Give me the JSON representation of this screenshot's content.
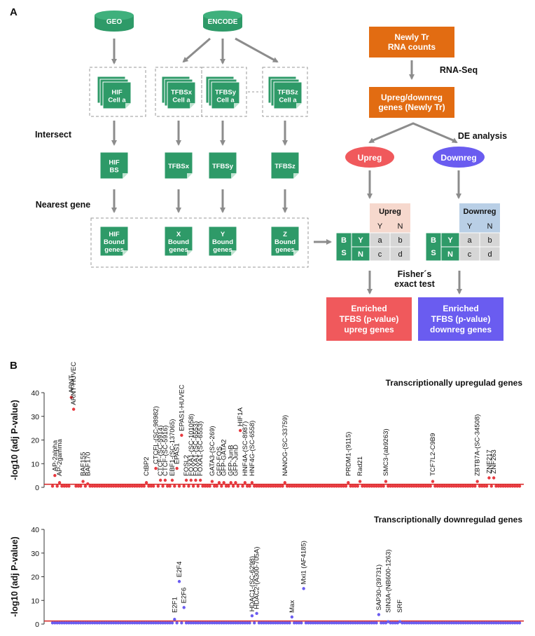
{
  "panel_a": {
    "label": "A",
    "sources": {
      "geo": "GEO",
      "encode": "ENCODE"
    },
    "cell_files": [
      [
        "HIF",
        "Cell a"
      ],
      [
        "TFBSx",
        "Cell a"
      ],
      [
        "TFBSy",
        "Cell a"
      ],
      [
        "TFBSz",
        "Cell a"
      ]
    ],
    "bs_files": [
      [
        "HIF",
        "BS"
      ],
      [
        "TFBSx"
      ],
      [
        "TFBSy"
      ],
      [
        "TFBSz"
      ]
    ],
    "gene_files": [
      [
        "HIF",
        "Bound",
        "genes"
      ],
      [
        "X",
        "Bound",
        "genes"
      ],
      [
        "Y",
        "Bound",
        "genes"
      ],
      [
        "Z",
        "Bound",
        "genes"
      ]
    ],
    "steps": {
      "intersect": "Intersect",
      "nearest_gene": "Nearest gene",
      "rna_seq": "RNA-Seq",
      "de_analysis": "DE analysis",
      "fisher": [
        "Fisher´s",
        "exact test"
      ]
    },
    "counts_box": [
      "Newly Tr",
      "RNA counts"
    ],
    "de_box": [
      "Upreg/downreg",
      "genes (Newly Tr)"
    ],
    "upreg": "Upreg",
    "downreg": "Downreg",
    "contingency": {
      "bs": "B S",
      "y": "Y",
      "n": "N",
      "cells": [
        "a",
        "b",
        "c",
        "d"
      ]
    },
    "enriched_up": [
      "Enriched",
      "TFBS (p-value)",
      "upreg genes"
    ],
    "enriched_down": [
      "Enriched",
      "TFBS (p-value)",
      "downreg genes"
    ],
    "colors": {
      "green": "#2e9a68",
      "orange": "#e26c12",
      "red": "#f0595c",
      "blue": "#6a5cf0",
      "pink": "#f6d8cd",
      "lightblue": "#b9cfe6",
      "grey": "#d6d6d6"
    }
  },
  "panel_b": {
    "label": "B",
    "ylabel": "-log10 (adj P-value)",
    "threshold_color": "#d61f1f"
  },
  "chart_data": [
    {
      "type": "scatter",
      "title": "Transcriptionally upregulad genes",
      "ylabel": "-log10 (adj P-value)",
      "ylim": [
        0,
        40
      ],
      "yticks": [
        0,
        10,
        20,
        30,
        40
      ],
      "n_points": 200,
      "threshold": 1.3,
      "color": "#e8393f",
      "baseline": 0.5,
      "highlighted": [
        {
          "x": 1,
          "y": 5,
          "label": "AP-2alpha"
        },
        {
          "x": 3,
          "y": 2,
          "label": "AP-2gamma"
        },
        {
          "x": 8,
          "y": 38,
          "label": "ARNT"
        },
        {
          "x": 9,
          "y": 33,
          "label": "ARNT-HUVEC"
        },
        {
          "x": 13,
          "y": 2.5,
          "label": "BAF155"
        },
        {
          "x": 15,
          "y": 1.5,
          "label": "BAF170"
        },
        {
          "x": 40,
          "y": 2,
          "label": "CtBP2"
        },
        {
          "x": 44,
          "y": 8,
          "label": "CTCFL-(SC-98982)"
        },
        {
          "x": 46,
          "y": 3,
          "label": "CTCF-(SC-5914)"
        },
        {
          "x": 48,
          "y": 3,
          "label": "CTCF-(SC-5916)"
        },
        {
          "x": 51,
          "y": 3,
          "label": "EBF1-(SC-137065)"
        },
        {
          "x": 53,
          "y": 8,
          "label": "EPAS1"
        },
        {
          "x": 55,
          "y": 22,
          "label": "EPAS1-HUVEC"
        },
        {
          "x": 57,
          "y": 3,
          "label": "FOSL2"
        },
        {
          "x": 59,
          "y": 3,
          "label": "FOXA1-(SC-101058)"
        },
        {
          "x": 61,
          "y": 3,
          "label": "FOXA1-(SC-6553)"
        },
        {
          "x": 63,
          "y": 3,
          "label": "FOXA1-(SC-6553)"
        },
        {
          "x": 68,
          "y": 2.5,
          "label": "GATA3-(SC-269)"
        },
        {
          "x": 71,
          "y": 2,
          "label": "GFP-FOS"
        },
        {
          "x": 73,
          "y": 2,
          "label": "GFP-GATA2"
        },
        {
          "x": 76,
          "y": 2,
          "label": "GFP-JunB"
        },
        {
          "x": 78,
          "y": 2,
          "label": "GFP-JunD"
        },
        {
          "x": 80,
          "y": 24,
          "label": "HIF1A"
        },
        {
          "x": 82,
          "y": 2,
          "label": "HNF4A-(SC-8987)"
        },
        {
          "x": 85,
          "y": 2,
          "label": "HNF4G-(SC-6558)"
        },
        {
          "x": 99,
          "y": 2,
          "label": "NANOG-(SC-33759)"
        },
        {
          "x": 126,
          "y": 2,
          "label": "PRDM1-(9115)"
        },
        {
          "x": 131,
          "y": 2.5,
          "label": "Rad21"
        },
        {
          "x": 142,
          "y": 2.5,
          "label": "SMC3-(ab9263)"
        },
        {
          "x": 162,
          "y": 2.5,
          "label": "TCF7L2-C9B9"
        },
        {
          "x": 181,
          "y": 2.5,
          "label": "ZBTB7A-(SC-34508)"
        },
        {
          "x": 186,
          "y": 4,
          "label": "ZNF217"
        },
        {
          "x": 188,
          "y": 4,
          "label": "ZNF263"
        }
      ]
    },
    {
      "type": "scatter",
      "title": "Transcriptionally downregulad genes",
      "ylabel": "-log10 (adj P-value)",
      "ylim": [
        0,
        40
      ],
      "yticks": [
        0,
        10,
        20,
        30,
        40
      ],
      "n_points": 200,
      "threshold": 1.3,
      "color": "#6a5cf0",
      "baseline": 0.5,
      "highlighted": [
        {
          "x": 52,
          "y": 2,
          "label": "E2F1"
        },
        {
          "x": 54,
          "y": 18,
          "label": "E2F4"
        },
        {
          "x": 56,
          "y": 7,
          "label": "E2F6"
        },
        {
          "x": 85,
          "y": 3.5,
          "label": "HDAC1-(SC-6298)"
        },
        {
          "x": 87,
          "y": 4.5,
          "label": "HDAC2-(A300-705A)"
        },
        {
          "x": 102,
          "y": 3,
          "label": "Max"
        },
        {
          "x": 107,
          "y": 15,
          "label": "Mxi1 (AF4185)"
        },
        {
          "x": 139,
          "y": 4,
          "label": "SAP30-(39731)"
        },
        {
          "x": 143,
          "y": 1,
          "label": "SIN3A-(NB600-1263)"
        },
        {
          "x": 148,
          "y": 1,
          "label": "SRF"
        }
      ]
    }
  ]
}
